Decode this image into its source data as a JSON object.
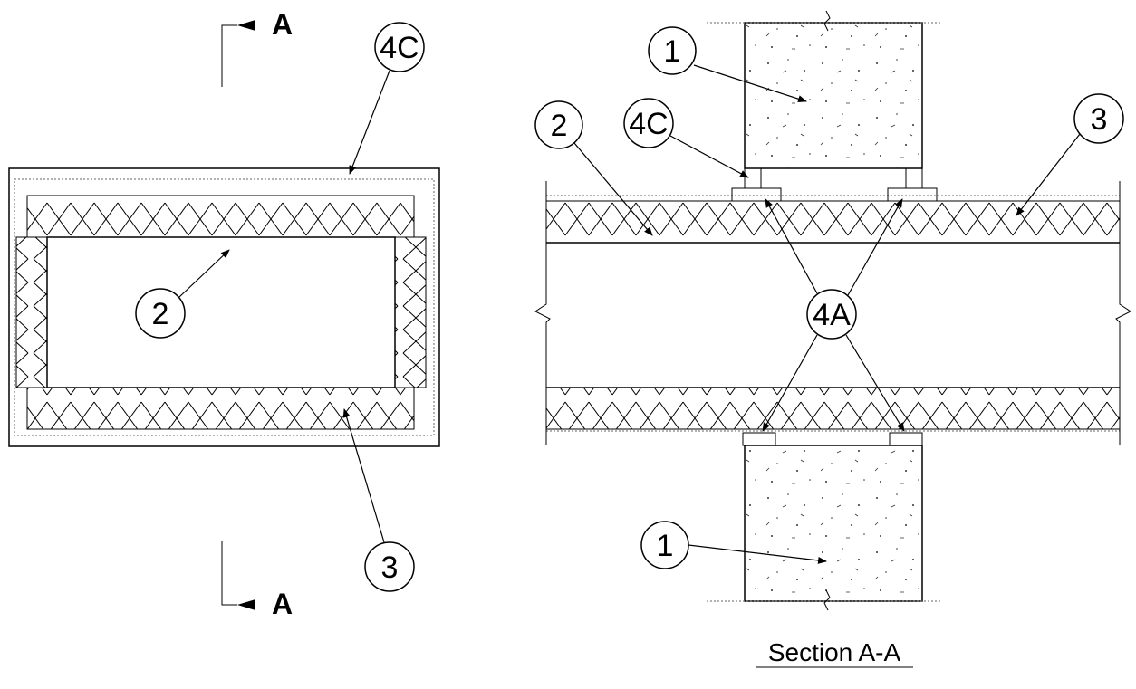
{
  "section_marks": {
    "top": "A",
    "bottom": "A"
  },
  "plan_view": {
    "callout_4c": "4C",
    "callout_2": "2",
    "callout_3": "3"
  },
  "section_view": {
    "callout_1_top": "1",
    "callout_1_bottom": "1",
    "callout_2": "2",
    "callout_3": "3",
    "callout_4c": "4C",
    "callout_4a": "4A",
    "caption": "Section A-A"
  }
}
